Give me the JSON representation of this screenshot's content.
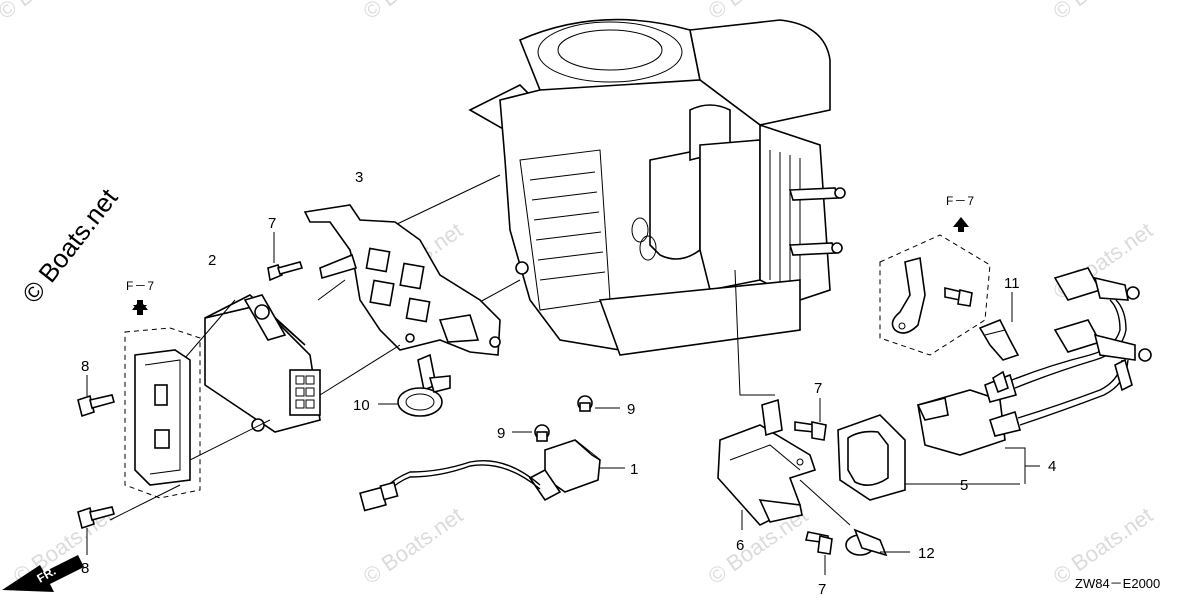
{
  "watermark": {
    "main": "© Boats.net",
    "tile": "© Boats.net"
  },
  "diagram_code": "ZW84－E2000",
  "front_label": "FR.",
  "reference_labels": {
    "left": "F－7",
    "right": "F－7"
  },
  "callouts": {
    "p1": "1",
    "p2": "2",
    "p3": "3",
    "p4": "4",
    "p5": "5",
    "p6": "6",
    "p7a": "7",
    "p7b": "7",
    "p7c": "7",
    "p8a": "8",
    "p8b": "8",
    "p9a": "9",
    "p9b": "9",
    "p10": "10",
    "p11": "11",
    "p12": "12"
  },
  "colors": {
    "line": "#000000",
    "background": "#ffffff",
    "watermark": "#cfcfcf"
  }
}
